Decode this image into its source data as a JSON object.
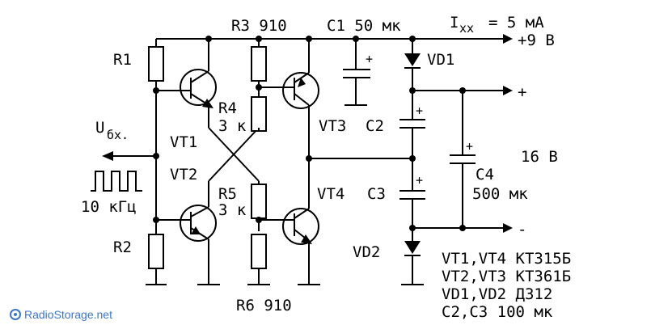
{
  "labels": {
    "r3": "R3 910",
    "c1": "C1 50 мк",
    "ixx_i": "I",
    "ixx_sub": "хх",
    "ixx_val": "= 5 мА",
    "plus9": "+9 В",
    "vd1": "VD1",
    "r1": "R1",
    "r4": "R4",
    "r4_val": "3 к",
    "uin_u": "U",
    "uin_sub": "бх.",
    "vt1": "VT1",
    "vt2": "VT2",
    "vt3": "VT3",
    "c2": "C2",
    "plus_out": "+",
    "freq": "10 кГц",
    "r5": "R5",
    "r5_val": "3 к",
    "vt4": "VT4",
    "c3": "C3",
    "c4": "C4",
    "c4_val": "500 мк",
    "volt16": "16 В",
    "minus_out": "-",
    "r2": "R2",
    "vd2": "VD2",
    "r6": "R6 910",
    "parts1": "VT1,VT4 КТ315Б",
    "parts2": "VT2,VT3 КТ361Б",
    "parts3": "VD1,VD2 Д312",
    "parts4": "C2,C3 100 мк",
    "watermark": "RadioStorage.net"
  }
}
